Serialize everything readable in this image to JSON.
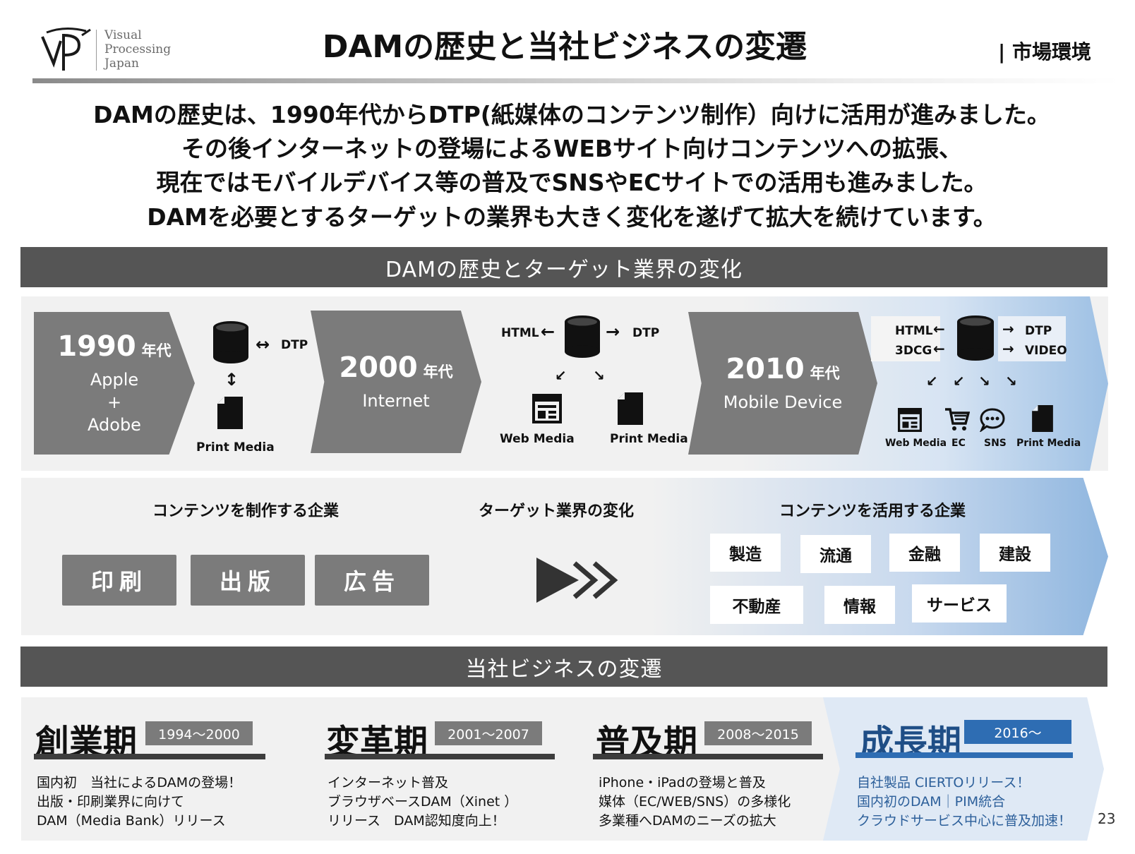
{
  "header": {
    "logo_lines": [
      "Visual",
      "Processing",
      "Japan"
    ],
    "title": "DAMの歴史と当社ビジネスの変遷",
    "section_tag": "| 市場環境"
  },
  "intro_lines": [
    "DAMの歴史は、1990年代からDTP(紙媒体のコンテンツ制作）向けに活用が進みました。",
    "その後インターネットの登場によるWEBサイト向けコンテンツへの拡張、",
    "現在ではモバイルデバイス等の普及でSNSやECサイトでの活用も進みました。",
    "DAMを必要とするターゲットの業界も大きく変化を遂げて拡大を続けています。"
  ],
  "band_history": "DAMの歴史とターゲット業界の変化",
  "eras": [
    {
      "year": "1990",
      "suffix": "年代",
      "sub": "Apple\n+\nAdobe"
    },
    {
      "year": "2000",
      "suffix": "年代",
      "sub": "Internet"
    },
    {
      "year": "2010",
      "suffix": "年代",
      "sub": "Mobile Device"
    }
  ],
  "era1_diagram": {
    "dtp": "DTP",
    "print": "Print Media"
  },
  "era2_diagram": {
    "html": "HTML",
    "dtp": "DTP",
    "web": "Web Media",
    "print": "Print Media"
  },
  "era3_diagram": {
    "html": "HTML",
    "dcg": "3DCG",
    "dtp": "DTP",
    "video": "VIDEO",
    "web": "Web Media",
    "ec": "EC",
    "sns": "SNS",
    "print": "Print Media"
  },
  "icons": {
    "database": "database-icon",
    "document": "document-icon",
    "web": "web-page-icon",
    "cart": "shopping-cart-icon",
    "chat": "chat-bubble-icon"
  },
  "industry": {
    "makers_heading": "コンテンツを制作する企業",
    "change_heading": "ターゲット業界の変化",
    "users_heading": "コンテンツを活用する企業",
    "makers": [
      "印刷",
      "出版",
      "広告"
    ],
    "users_row1": [
      "製造",
      "流通",
      "金融",
      "建設"
    ],
    "users_row2": [
      "不動産",
      "情報",
      "サービス"
    ]
  },
  "band_business": "当社ビジネスの変遷",
  "phases": [
    {
      "name": "創業期",
      "range": "1994〜2000",
      "desc": "国内初　当社によるDAMの登場！\n出版・印刷業界に向けて\nDAM（Media Bank）リリース"
    },
    {
      "name": "変革期",
      "range": "2001〜2007",
      "desc": "インターネット普及\nブラウザベースDAM（Xinet ）\nリリース　DAM認知度向上！"
    },
    {
      "name": "普及期",
      "range": "2008〜2015",
      "desc": "iPhone・iPadの登場と普及\n媒体（EC/WEB/SNS）の多様化\n多業種へDAMのニーズの拡大"
    },
    {
      "name": "成長期",
      "range": "2016〜",
      "desc": "自社製品 CIERTOリリース！\n国内初のDAM｜PIM統合\nクラウドサービス中心に普及加速！"
    }
  ],
  "colors": {
    "band": "#555555",
    "era": "#7b7b7b",
    "accent_blue": "#2c5f9a",
    "range_blue": "#2e6db3"
  },
  "page_number": "23"
}
